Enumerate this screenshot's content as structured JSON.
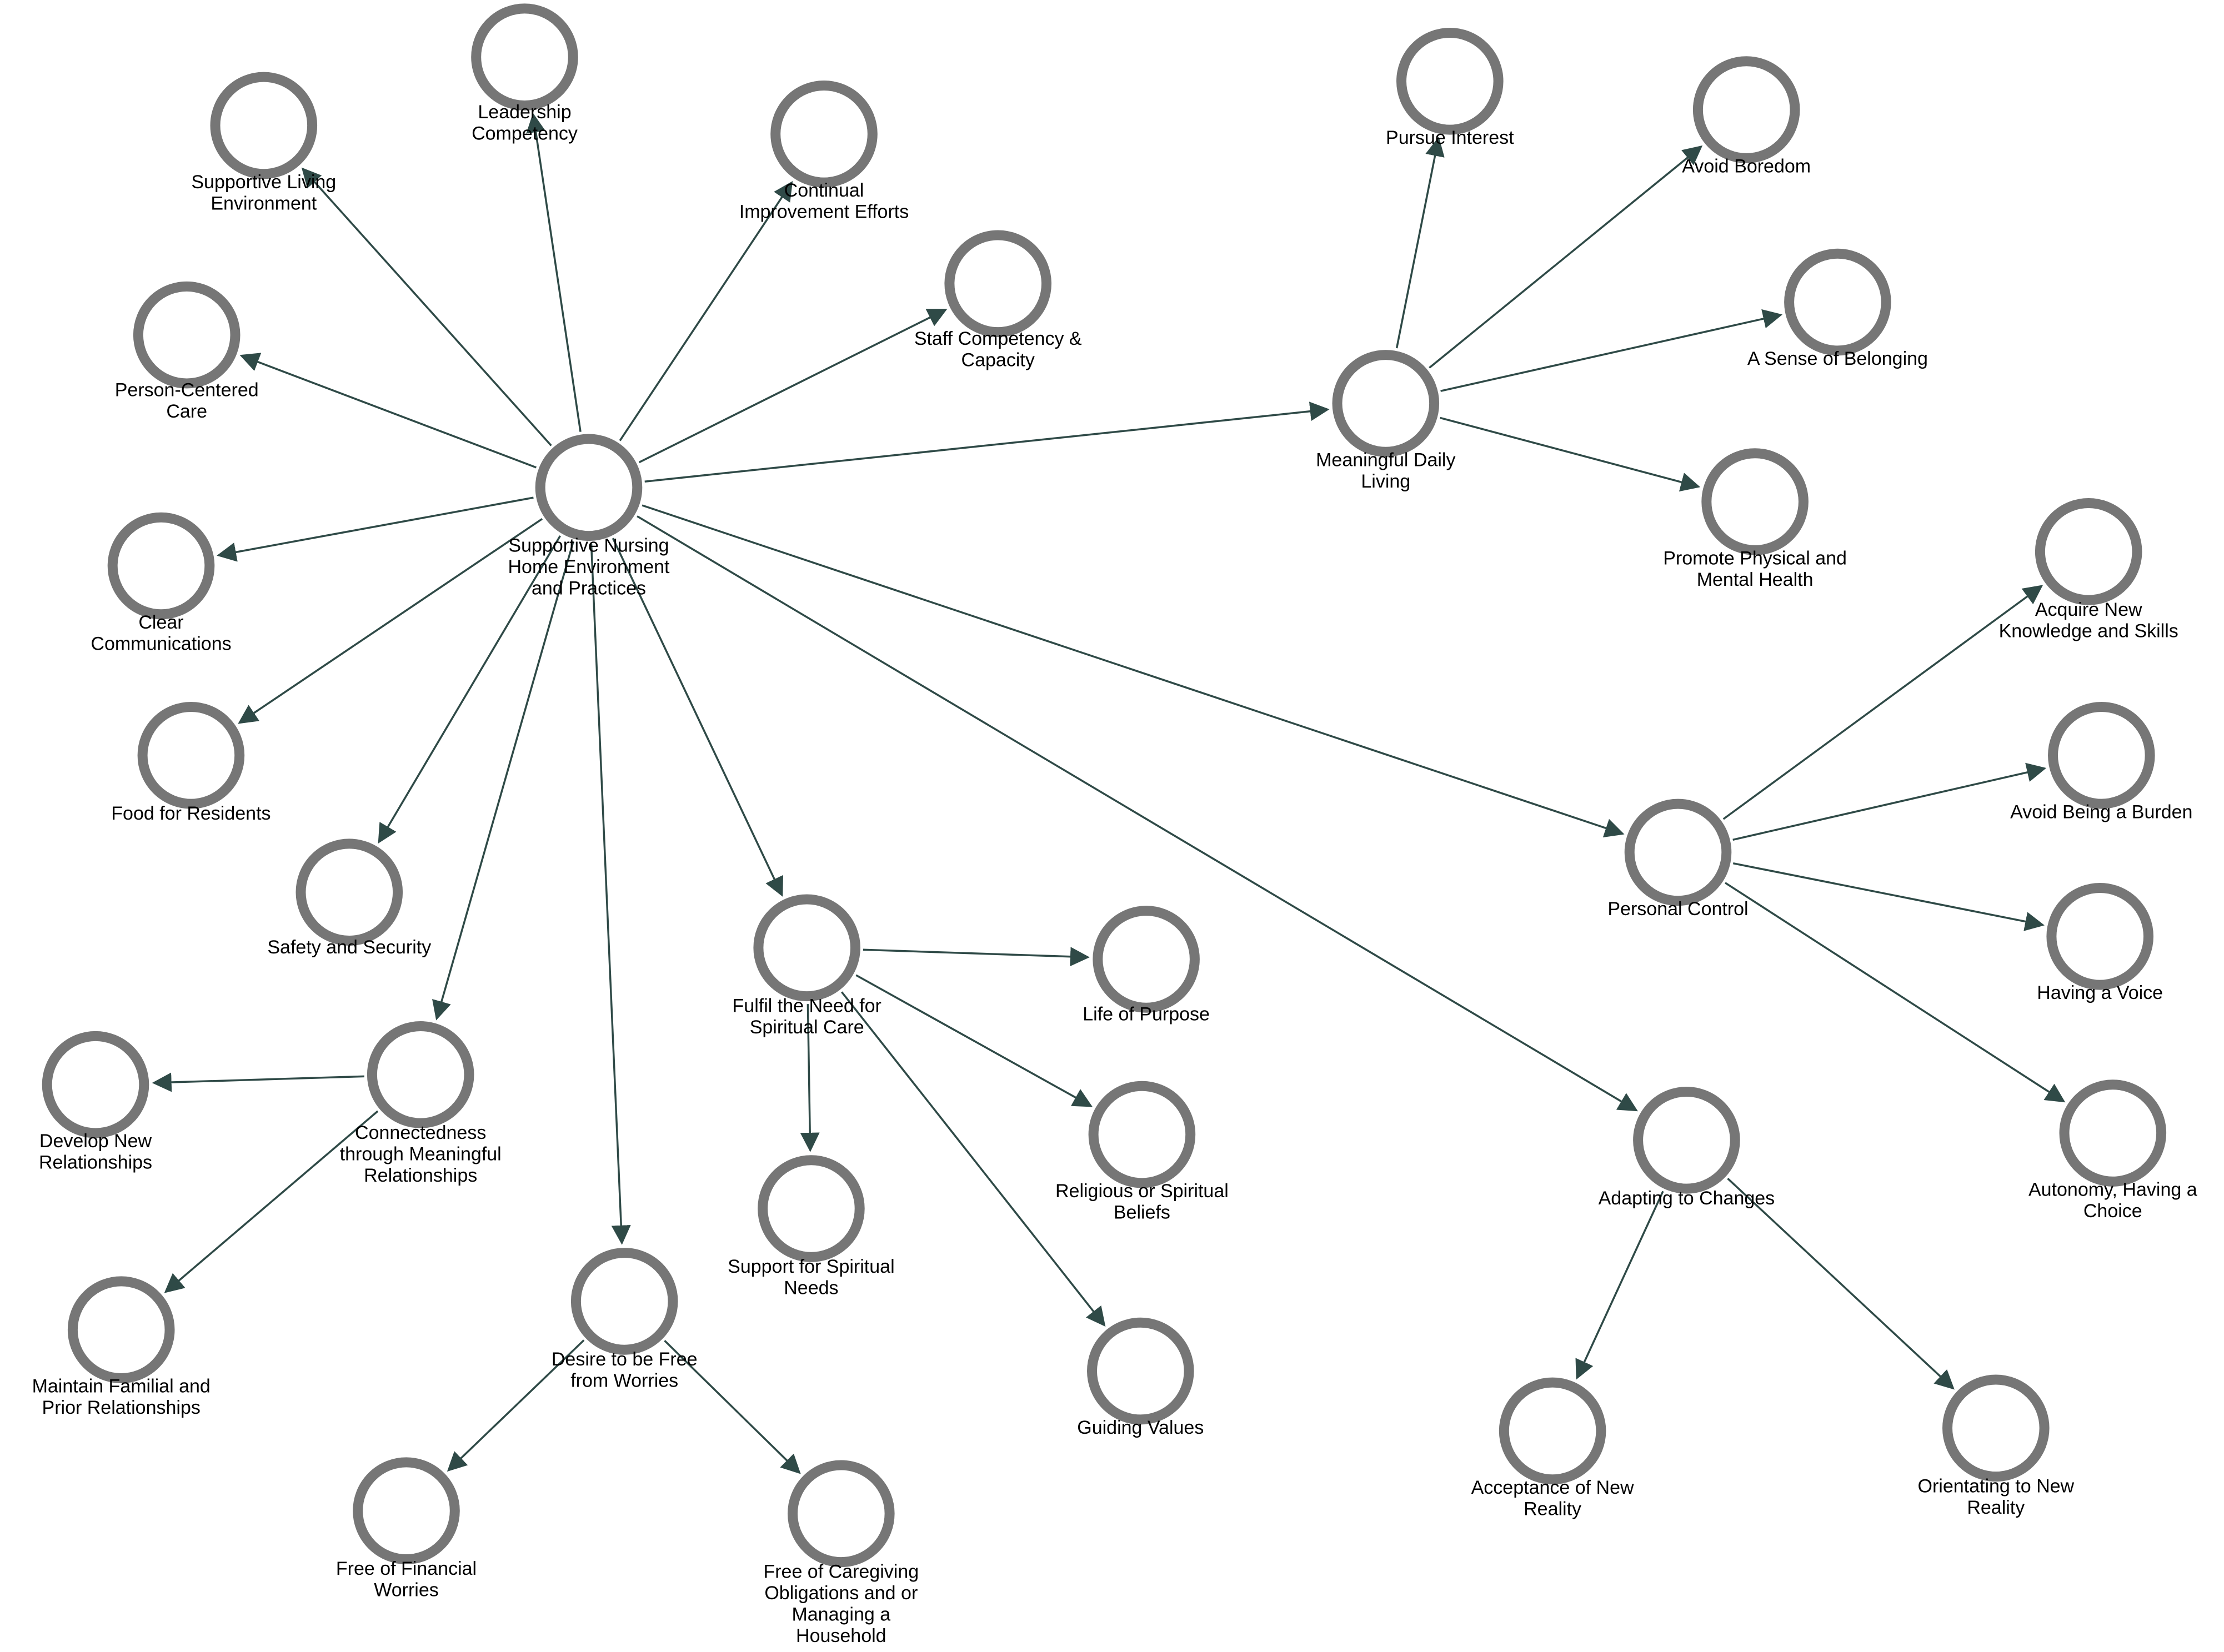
{
  "colors": {
    "node_ring": "#767676",
    "edge": "#2f4a47",
    "text": "#000000",
    "background": "#ffffff"
  },
  "nodes": [
    {
      "id": "center",
      "lines": [
        "Supportive Nursing",
        "Home Environment",
        "and Practices"
      ]
    },
    {
      "id": "slenv",
      "lines": [
        "Supportive Living",
        "Environment"
      ]
    },
    {
      "id": "lead",
      "lines": [
        "Leadership",
        "Competency"
      ]
    },
    {
      "id": "contimp",
      "lines": [
        "Continual",
        "Improvement Efforts"
      ]
    },
    {
      "id": "staff",
      "lines": [
        "Staff Competency &",
        "Capacity"
      ]
    },
    {
      "id": "pcc",
      "lines": [
        "Person-Centered",
        "Care"
      ]
    },
    {
      "id": "clear",
      "lines": [
        "Clear",
        "Communications"
      ]
    },
    {
      "id": "food",
      "lines": [
        "Food for Residents"
      ]
    },
    {
      "id": "safety",
      "lines": [
        "Safety and Security"
      ]
    },
    {
      "id": "connect",
      "lines": [
        "Connectedness",
        "through Meaningful",
        "Relationships"
      ]
    },
    {
      "id": "devnew",
      "lines": [
        "Develop New",
        "Relationships"
      ]
    },
    {
      "id": "famprior",
      "lines": [
        "Maintain Familial and",
        "Prior Relationships"
      ]
    },
    {
      "id": "desire",
      "lines": [
        "Desire to be Free",
        "from Worries"
      ]
    },
    {
      "id": "financial",
      "lines": [
        "Free of Financial",
        "Worries"
      ]
    },
    {
      "id": "caregiving",
      "lines": [
        "Free of Caregiving",
        "Obligations and or",
        "Managing a",
        "Household"
      ]
    },
    {
      "id": "spiritual",
      "lines": [
        "Fulfil the Need for",
        "Spiritual Care"
      ]
    },
    {
      "id": "purpose",
      "lines": [
        "Life of Purpose"
      ]
    },
    {
      "id": "religious",
      "lines": [
        "Religious or Spiritual",
        "Beliefs"
      ]
    },
    {
      "id": "supportsp",
      "lines": [
        "Support for Spiritual",
        "Needs"
      ]
    },
    {
      "id": "guiding",
      "lines": [
        "Guiding Values"
      ]
    },
    {
      "id": "mdl",
      "lines": [
        "Meaningful Daily",
        "Living"
      ]
    },
    {
      "id": "pursue",
      "lines": [
        "Pursue Interest"
      ]
    },
    {
      "id": "boredom",
      "lines": [
        "Avoid Boredom"
      ]
    },
    {
      "id": "belong",
      "lines": [
        "A Sense of Belonging"
      ]
    },
    {
      "id": "promote",
      "lines": [
        "Promote Physical and",
        "Mental Health"
      ]
    },
    {
      "id": "personal",
      "lines": [
        "Personal Control"
      ]
    },
    {
      "id": "acquire",
      "lines": [
        "Acquire New",
        "Knowledge and Skills"
      ]
    },
    {
      "id": "burden",
      "lines": [
        "Avoid Being a Burden"
      ]
    },
    {
      "id": "voice",
      "lines": [
        "Having a Voice"
      ]
    },
    {
      "id": "autonomy",
      "lines": [
        "Autonomy, Having a",
        "Choice"
      ]
    },
    {
      "id": "adapting",
      "lines": [
        "Adapting to Changes"
      ]
    },
    {
      "id": "acceptance",
      "lines": [
        "Acceptance of New",
        "Reality"
      ]
    },
    {
      "id": "orient",
      "lines": [
        "Orientating to New",
        "Reality"
      ]
    }
  ],
  "edges": [
    [
      "center",
      "slenv"
    ],
    [
      "center",
      "lead"
    ],
    [
      "center",
      "contimp"
    ],
    [
      "center",
      "staff"
    ],
    [
      "center",
      "pcc"
    ],
    [
      "center",
      "clear"
    ],
    [
      "center",
      "food"
    ],
    [
      "center",
      "safety"
    ],
    [
      "center",
      "connect"
    ],
    [
      "center",
      "desire"
    ],
    [
      "center",
      "spiritual"
    ],
    [
      "center",
      "adapting"
    ],
    [
      "center",
      "personal"
    ],
    [
      "center",
      "mdl"
    ],
    [
      "connect",
      "devnew"
    ],
    [
      "connect",
      "famprior"
    ],
    [
      "desire",
      "financial"
    ],
    [
      "desire",
      "caregiving"
    ],
    [
      "spiritual",
      "purpose"
    ],
    [
      "spiritual",
      "religious"
    ],
    [
      "spiritual",
      "supportsp"
    ],
    [
      "spiritual",
      "guiding"
    ],
    [
      "mdl",
      "pursue"
    ],
    [
      "mdl",
      "boredom"
    ],
    [
      "mdl",
      "belong"
    ],
    [
      "mdl",
      "promote"
    ],
    [
      "personal",
      "acquire"
    ],
    [
      "personal",
      "burden"
    ],
    [
      "personal",
      "voice"
    ],
    [
      "personal",
      "autonomy"
    ],
    [
      "adapting",
      "acceptance"
    ],
    [
      "adapting",
      "orient"
    ]
  ]
}
